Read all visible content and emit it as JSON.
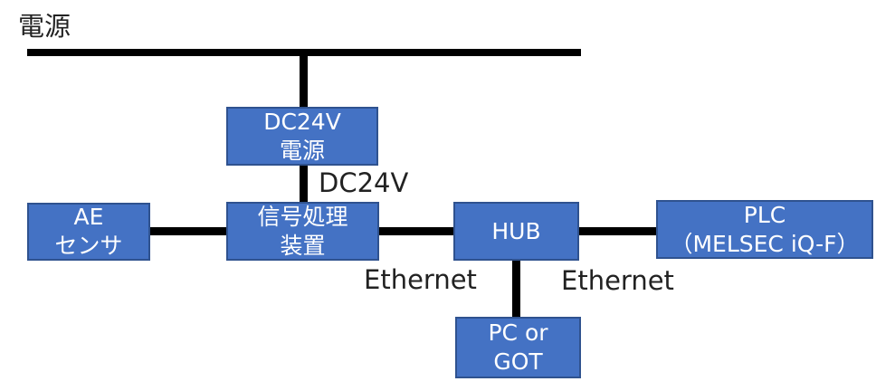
{
  "title": "電源",
  "boxes": {
    "dc_power": [
      "DC24V",
      "電源"
    ],
    "ae_sensor": [
      "AE",
      "センサ"
    ],
    "signal_processor": [
      "信号処理",
      "装置"
    ],
    "hub": [
      "HUB"
    ],
    "plc": [
      "PLC",
      "（MELSEC iQ-F）"
    ],
    "pc_got": [
      "PC or",
      "GOT"
    ]
  },
  "labels": {
    "dc24v": "DC24V",
    "ethernet_left": "Ethernet",
    "ethernet_right": "Ethernet"
  },
  "colors": {
    "box_fill": "#4472C4",
    "box_border": "#2F528F",
    "line": "#000000"
  }
}
